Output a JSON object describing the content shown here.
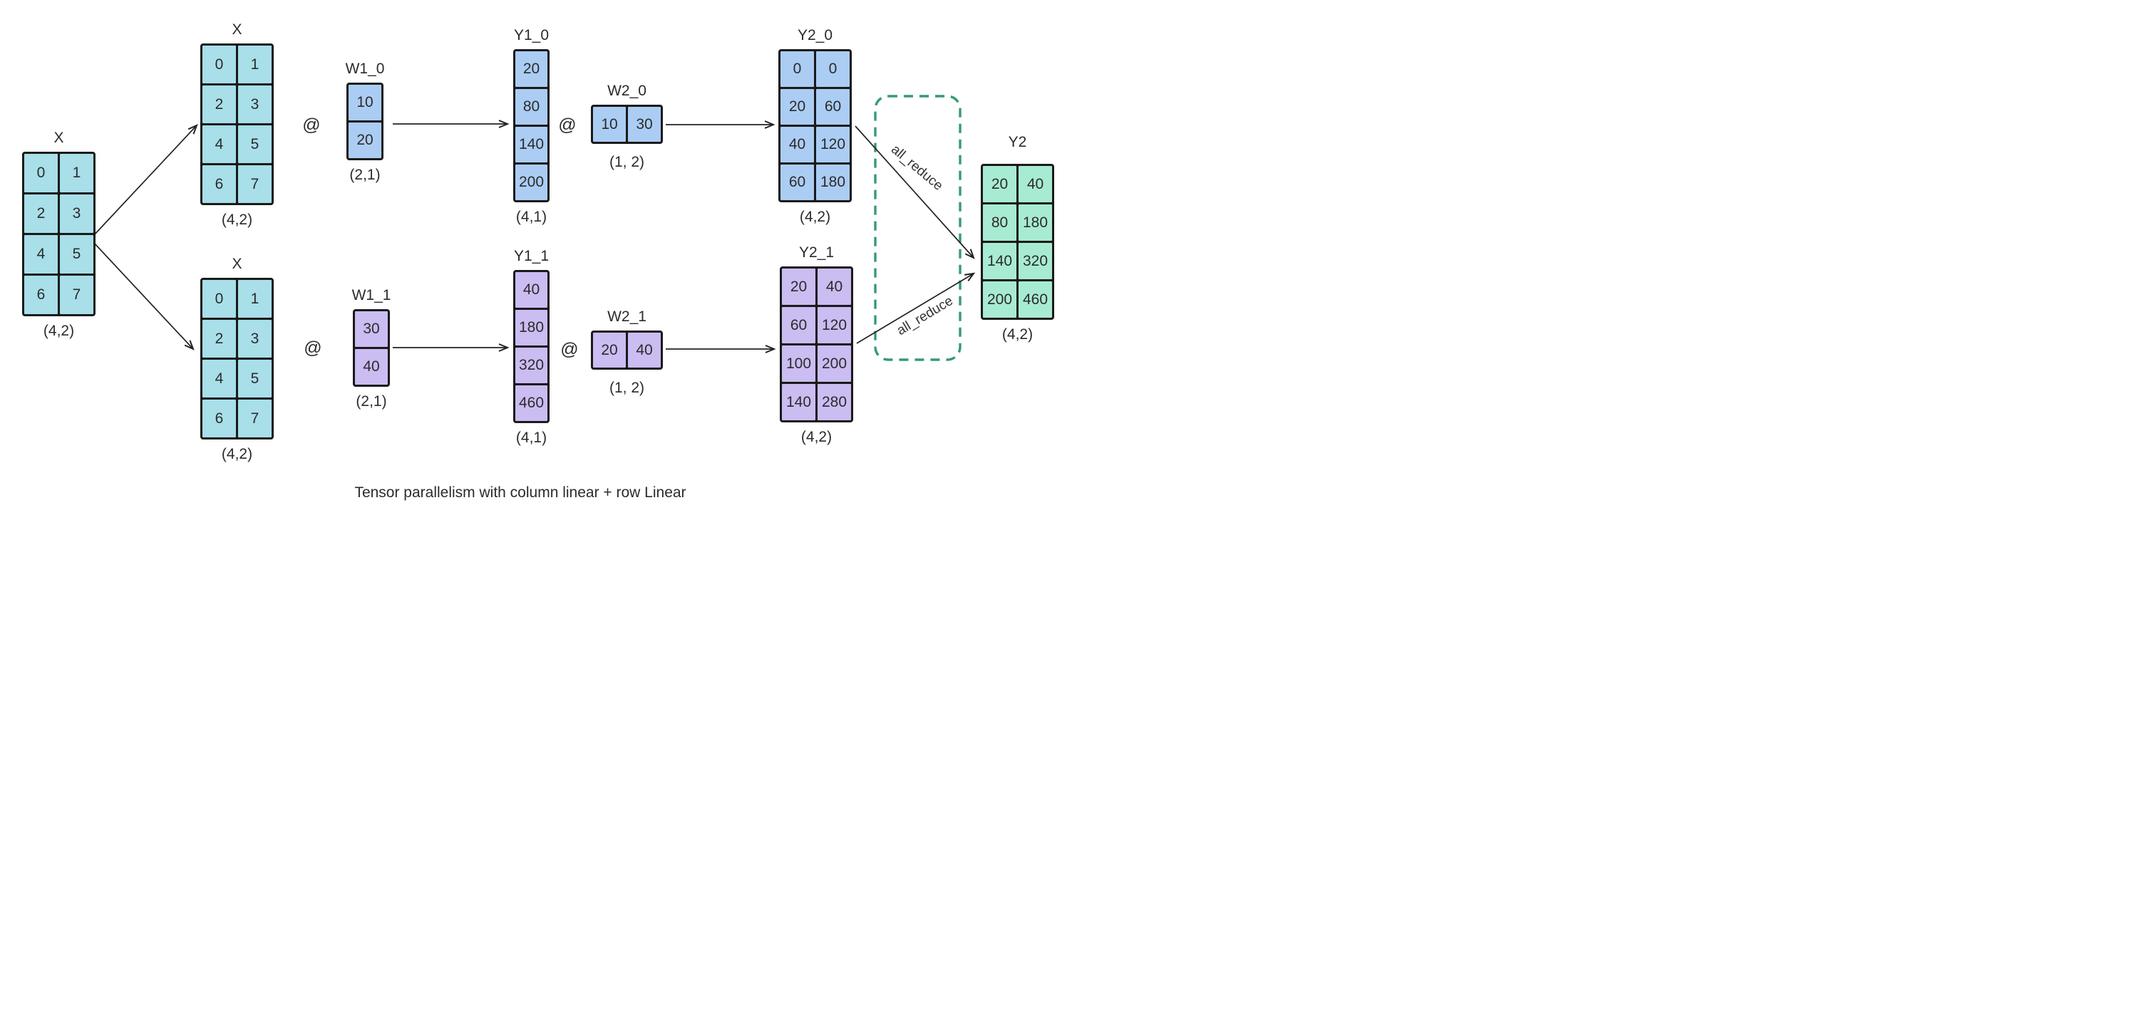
{
  "diagram": {
    "caption": "Tensor parallelism with column linear + row Linear",
    "matmul_symbol": "@",
    "all_reduce_label": "all_reduce",
    "colors": {
      "cyan": "#a8dfe9",
      "blue": "#abcdf4",
      "purple": "#cbbcf2",
      "green": "#a8ebd3",
      "cell_border": "#1a1a1a",
      "arrow": "#222222",
      "dashed_border": "#359c6e"
    },
    "matrices": [
      {
        "id": "x-source",
        "title": "X",
        "shape": "(4,2)",
        "color": "cyan",
        "cells": [
          [
            "0",
            "1"
          ],
          [
            "2",
            "3"
          ],
          [
            "4",
            "5"
          ],
          [
            "6",
            "7"
          ]
        ]
      },
      {
        "id": "x-top",
        "title": "X",
        "shape": "(4,2)",
        "color": "cyan",
        "cells": [
          [
            "0",
            "1"
          ],
          [
            "2",
            "3"
          ],
          [
            "4",
            "5"
          ],
          [
            "6",
            "7"
          ]
        ]
      },
      {
        "id": "w1-0",
        "title": "W1_0",
        "shape": "(2,1)",
        "color": "blue",
        "cells": [
          [
            "10"
          ],
          [
            "20"
          ]
        ]
      },
      {
        "id": "y1-0",
        "title": "Y1_0",
        "shape": "(4,1)",
        "color": "blue",
        "cells": [
          [
            "20"
          ],
          [
            "80"
          ],
          [
            "140"
          ],
          [
            "200"
          ]
        ]
      },
      {
        "id": "w2-0",
        "title": "W2_0",
        "shape": "(1, 2)",
        "color": "blue",
        "cells": [
          [
            "10",
            "30"
          ]
        ]
      },
      {
        "id": "y2-0",
        "title": "Y2_0",
        "shape": "(4,2)",
        "color": "blue",
        "cells": [
          [
            "0",
            "0"
          ],
          [
            "20",
            "60"
          ],
          [
            "40",
            "120"
          ],
          [
            "60",
            "180"
          ]
        ]
      },
      {
        "id": "x-bottom",
        "title": "X",
        "shape": "(4,2)",
        "color": "cyan",
        "cells": [
          [
            "0",
            "1"
          ],
          [
            "2",
            "3"
          ],
          [
            "4",
            "5"
          ],
          [
            "6",
            "7"
          ]
        ]
      },
      {
        "id": "w1-1",
        "title": "W1_1",
        "shape": "(2,1)",
        "color": "purple",
        "cells": [
          [
            "30"
          ],
          [
            "40"
          ]
        ]
      },
      {
        "id": "y1-1",
        "title": "Y1_1",
        "shape": "(4,1)",
        "color": "purple",
        "cells": [
          [
            "40"
          ],
          [
            "180"
          ],
          [
            "320"
          ],
          [
            "460"
          ]
        ]
      },
      {
        "id": "w2-1",
        "title": "W2_1",
        "shape": "(1, 2)",
        "color": "purple",
        "cells": [
          [
            "20",
            "40"
          ]
        ]
      },
      {
        "id": "y2-1",
        "title": "Y2_1",
        "shape": "(4,2)",
        "color": "purple",
        "cells": [
          [
            "20",
            "40"
          ],
          [
            "60",
            "120"
          ],
          [
            "100",
            "200"
          ],
          [
            "140",
            "280"
          ]
        ]
      },
      {
        "id": "y2",
        "title": "Y2",
        "shape": "(4,2)",
        "color": "green",
        "cells": [
          [
            "20",
            "40"
          ],
          [
            "80",
            "180"
          ],
          [
            "140",
            "320"
          ],
          [
            "200",
            "460"
          ]
        ]
      }
    ]
  }
}
